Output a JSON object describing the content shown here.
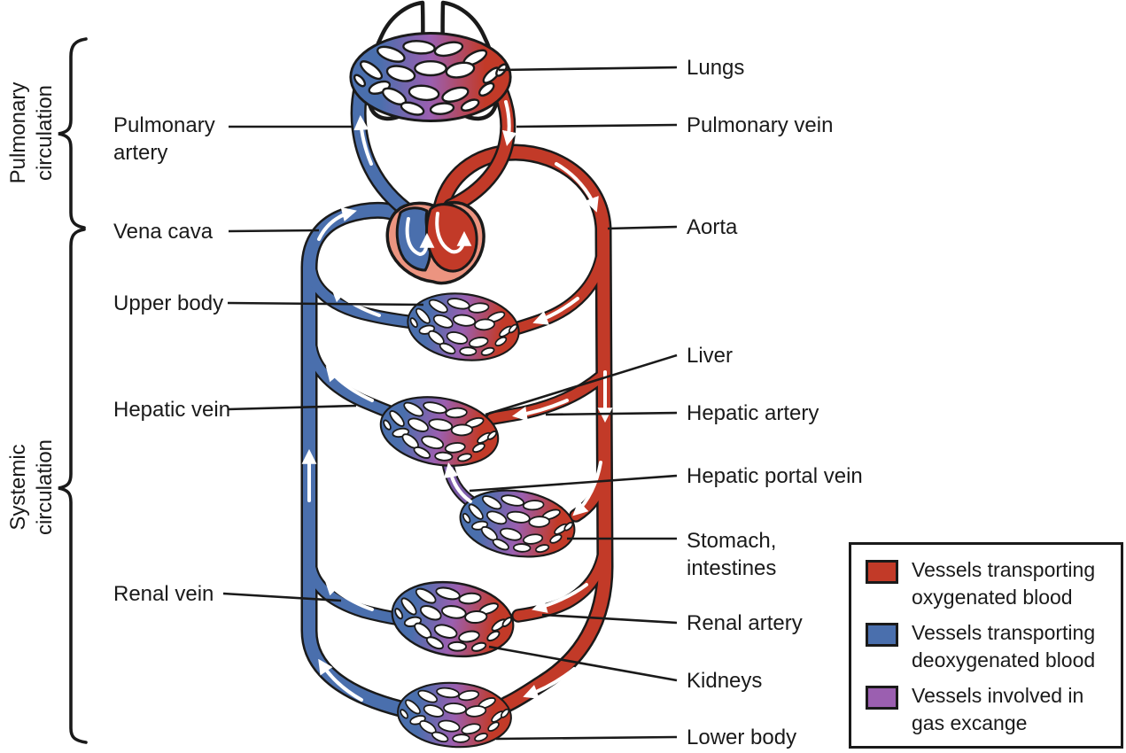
{
  "brackets": {
    "pulmonary": {
      "line1": "Pulmonary",
      "line2": "circulation"
    },
    "systemic": {
      "line1": "Systemic",
      "line2": "circulation"
    }
  },
  "labels": {
    "left": {
      "pulmonary_artery": {
        "line1": "Pulmonary",
        "line2": "artery"
      },
      "vena_cava": {
        "text": "Vena cava"
      },
      "upper_body": {
        "text": "Upper body"
      },
      "hepatic_vein": {
        "text": "Hepatic vein"
      },
      "renal_vein": {
        "text": "Renal vein"
      }
    },
    "right": {
      "lungs": {
        "text": "Lungs"
      },
      "pulmonary_vein": {
        "text": "Pulmonary vein"
      },
      "aorta": {
        "text": "Aorta"
      },
      "liver": {
        "text": "Liver"
      },
      "hepatic_artery": {
        "text": "Hepatic artery"
      },
      "hepatic_portal_vein": {
        "text": "Hepatic portal vein"
      },
      "stomach_intestines": {
        "line1": "Stomach,",
        "line2": "intestines"
      },
      "renal_artery": {
        "text": "Renal artery"
      },
      "kidneys": {
        "text": "Kidneys"
      },
      "lower_body": {
        "text": "Lower body"
      }
    }
  },
  "legend": {
    "items": [
      {
        "swatch": "#c23a28",
        "line1": "Vessels transporting",
        "line2": "oxygenated blood"
      },
      {
        "swatch": "#4a6fad",
        "line1": "Vessels transporting",
        "line2": "deoxygenated blood"
      },
      {
        "swatch": "#9b5fb0",
        "line1": "Vessels involved in",
        "line2": "gas excange"
      }
    ]
  },
  "colors": {
    "oxygenated": "#c23a28",
    "deoxygenated": "#4a6fad",
    "gas_exchange": "#9b5fb0",
    "heart_muscle": "#ec9480",
    "outline": "#1a1a1a",
    "label_text": "#1a1a1a"
  }
}
